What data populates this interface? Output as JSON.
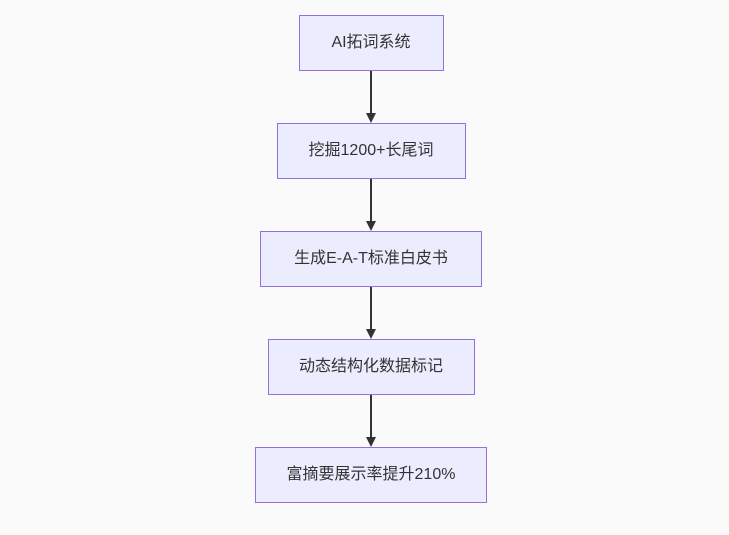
{
  "flowchart": {
    "type": "flowchart",
    "direction": "top-down",
    "background": "#fafafa",
    "node_style": {
      "fill": "#ECECFF",
      "border": "#9370DB",
      "text_color": "#333333"
    },
    "arrow_color": "#333333",
    "nodes": [
      {
        "id": "A",
        "label": "AI拓词系统"
      },
      {
        "id": "B",
        "label": "挖掘1200+长尾词"
      },
      {
        "id": "C",
        "label": "生成E-A-T标准白皮书"
      },
      {
        "id": "D",
        "label": "动态结构化数据标记"
      },
      {
        "id": "E",
        "label": "富摘要展示率提升210%"
      }
    ],
    "edges": [
      {
        "from": "A",
        "to": "B"
      },
      {
        "from": "B",
        "to": "C"
      },
      {
        "from": "C",
        "to": "D"
      },
      {
        "from": "D",
        "to": "E"
      }
    ]
  }
}
